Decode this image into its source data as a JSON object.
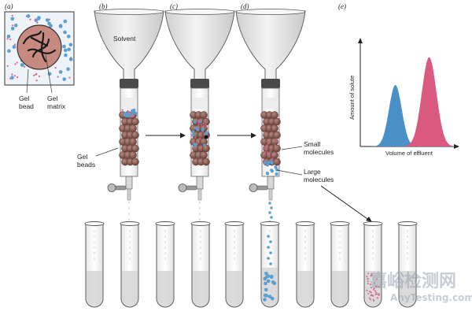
{
  "panels": {
    "a": "(a)",
    "b": "(b)",
    "c": "(c)",
    "d": "(d)",
    "e": "(e)"
  },
  "labels": {
    "solvent": "Solvent",
    "gel_bead": [
      "Gel",
      "bead"
    ],
    "gel_matrix": [
      "Gel",
      "matrix"
    ],
    "gel_beads": [
      "Gel",
      "beads"
    ],
    "small_molecules": [
      "Small",
      "molecules"
    ],
    "large_molecules": [
      "Large",
      "molecules"
    ]
  },
  "chart": {
    "ylabel": "Amount of solute",
    "xlabel": "Volume of effluent"
  },
  "chart_data": {
    "type": "area",
    "xlabel": "Volume of effluent",
    "ylabel": "Amount of solute",
    "grid": false,
    "series": [
      {
        "color": "#4a90c8",
        "peak_x": 0.35,
        "peak_y": 0.62,
        "width": 0.07
      },
      {
        "color": "#d95a7e",
        "peak_x": 0.72,
        "peak_y": 0.9,
        "width": 0.08
      }
    ]
  },
  "colors": {
    "bead": "#8a5a4f",
    "large_molecule": "#5b9fd1",
    "small_molecule": "#d9668a",
    "liquid": "#d6d6d6"
  },
  "watermark": {
    "main": "嘉峪检测网",
    "sub": "AnyTesting.com"
  }
}
